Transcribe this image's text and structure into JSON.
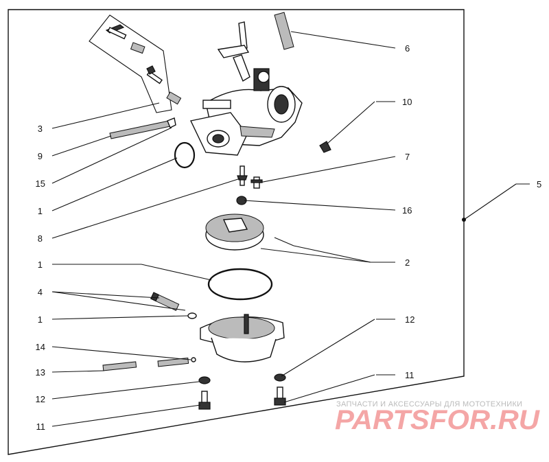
{
  "callouts": {
    "c3": "3",
    "c9": "9",
    "c15": "15",
    "c1a": "1",
    "c8": "8",
    "c1b": "1",
    "c4": "4",
    "c1c": "1",
    "c14": "14",
    "c13": "13",
    "c12a": "12",
    "c11a": "11",
    "c6": "6",
    "c10": "10",
    "c7": "7",
    "c5": "5",
    "c16": "16",
    "c2": "2",
    "c12b": "12",
    "c11b": "11"
  },
  "watermark": {
    "tagline": "ЗАПЧАСТИ И АКСЕССУАРЫ ДЛЯ МОТОТЕХНИКИ",
    "brand": "PARTSFOR.RU"
  }
}
